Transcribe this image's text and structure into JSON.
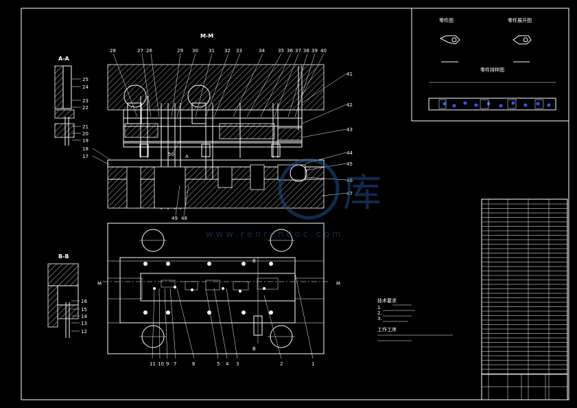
{
  "views": {
    "main_section": "M-M",
    "section_a": "A-A",
    "section_b": "B-B"
  },
  "callouts_top": [
    "28",
    "27",
    "26",
    "29",
    "30",
    "31",
    "32",
    "33",
    "34",
    "35",
    "36",
    "37",
    "38",
    "39",
    "40"
  ],
  "callouts_right": [
    "41",
    "42",
    "43",
    "44",
    "45",
    "46",
    "47"
  ],
  "callouts_bottom_mid": [
    "50",
    "49",
    "48"
  ],
  "callouts_a": [
    "25",
    "24",
    "23",
    "22",
    "21",
    "20",
    "19",
    "18",
    "17"
  ],
  "callouts_b": [
    "16",
    "15",
    "14",
    "13",
    "12"
  ],
  "callouts_plan": [
    "11",
    "10",
    "9",
    "7",
    "6",
    "5",
    "4",
    "3",
    "2",
    "1"
  ],
  "marks": {
    "a": "A",
    "b": "B",
    "m": "M"
  },
  "inset": {
    "part_drawing": "零件图",
    "part_unfold": "零件展开图",
    "strip_layout": "零件排样图"
  },
  "notes": {
    "tech_title": "技术要求",
    "tech_lines": [
      "1.",
      "2.",
      "3."
    ],
    "work_title": "工作工序",
    "work_lines": [
      "",
      ""
    ]
  },
  "watermark": {
    "glyph": "库",
    "url": "www.renrendoc.com"
  }
}
